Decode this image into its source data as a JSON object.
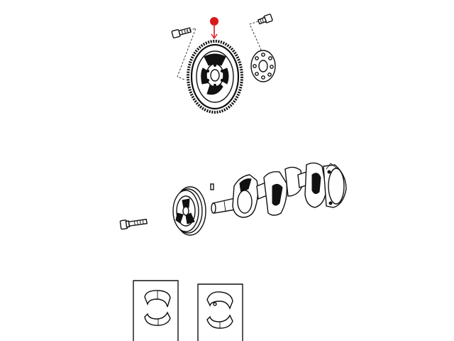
{
  "diagram": {
    "callout_marker_color": "#d7191c",
    "line_color": "#111111",
    "background": "#ffffff",
    "parts": [
      {
        "id": "flywheel-bolt",
        "icon": "bolt-icon"
      },
      {
        "id": "flywheel",
        "icon": "flywheel-icon",
        "highlighted": true
      },
      {
        "id": "flex-plate-bolt",
        "icon": "bolt-icon"
      },
      {
        "id": "flex-plate",
        "icon": "flex-plate-icon"
      },
      {
        "id": "crankshaft-key",
        "icon": "key-icon"
      },
      {
        "id": "crankshaft",
        "icon": "crankshaft-icon"
      },
      {
        "id": "vibration-damper",
        "icon": "damper-pulley-icon"
      },
      {
        "id": "damper-bolt",
        "icon": "bolt-icon"
      },
      {
        "id": "main-bearing-shells",
        "icon": "bearing-shell-icon"
      },
      {
        "id": "connecting-rod-bearing-shells",
        "icon": "bearing-shell-icon"
      }
    ]
  }
}
